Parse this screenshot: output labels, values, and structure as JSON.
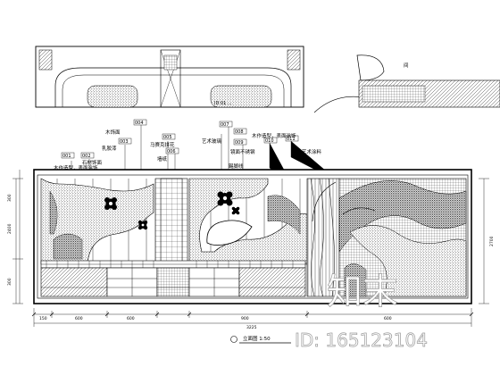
{
  "plan": {
    "room_label": "ID 01 ...",
    "side_label": "间"
  },
  "callouts": [
    {
      "tag": "001",
      "note": "木作造型，表面涂饰"
    },
    {
      "tag": "002",
      "note": "石材饰面"
    },
    {
      "tag": "003",
      "note": "乳胶漆"
    },
    {
      "tag": "004",
      "note": "木饰面"
    },
    {
      "tag": "005",
      "note": "马赛克拼花"
    },
    {
      "tag": "006",
      "note": "墙纸"
    },
    {
      "tag": "007",
      "note": "艺术玻璃"
    },
    {
      "tag": "008",
      "note": "踢脚线"
    },
    {
      "tag": "009",
      "note": "镜面不锈钢"
    },
    {
      "tag": "010",
      "note": "木作造型，表面涂饰"
    },
    {
      "tag": "011",
      "note": "艺术涂料"
    }
  ],
  "dimensions": {
    "segments": [
      "150",
      "600",
      "600",
      "900",
      "600"
    ],
    "total": "3225",
    "left_heights": [
      "300",
      "2400",
      "300"
    ],
    "right_heights": [
      "2700"
    ]
  },
  "drawing_title": "立面图 1:50",
  "watermark": {
    "brand": "知末",
    "id_text": "ID: 165123104"
  }
}
